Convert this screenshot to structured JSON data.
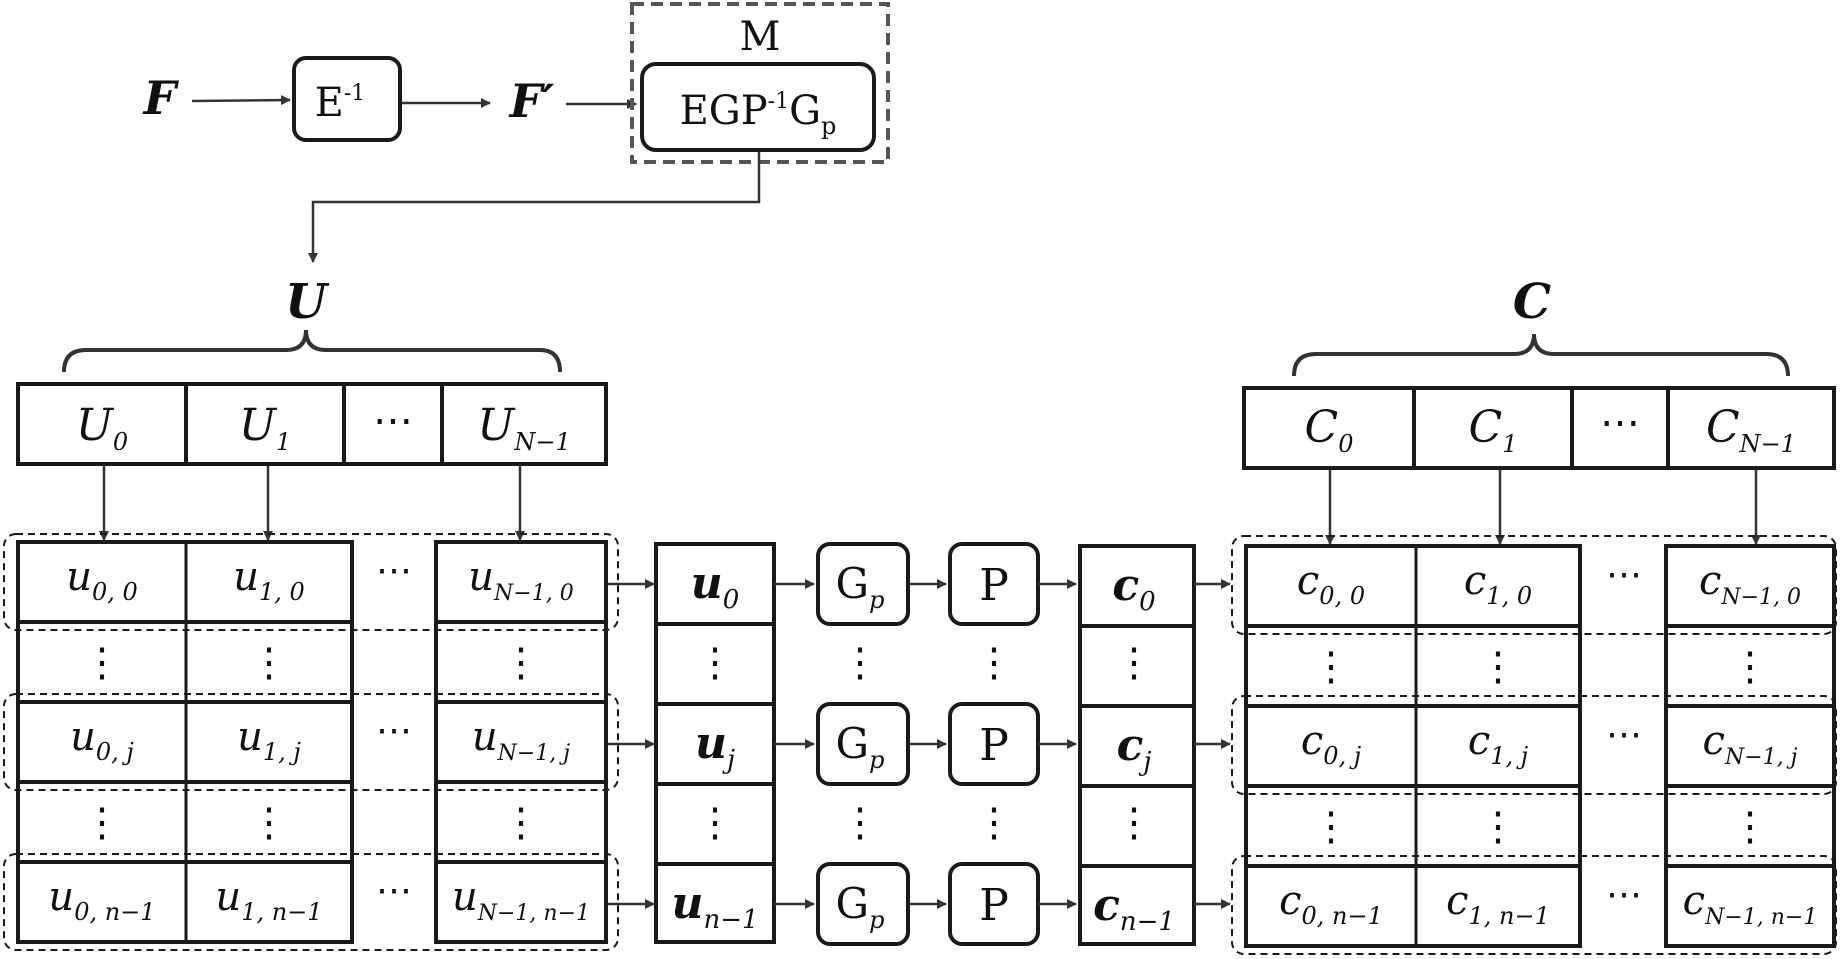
{
  "top": {
    "input": "F",
    "einv_box": "E",
    "einv_sup": "-1",
    "output": "F′",
    "m_label": "M",
    "egp_main": "EGP",
    "egp_sup": "-1",
    "egp_g": "G",
    "egp_sub": "p"
  },
  "U_label": "U",
  "C_label": "C",
  "U_blocks": [
    {
      "base": "U",
      "sub": "0"
    },
    {
      "base": "U",
      "sub": "1"
    },
    {
      "base": "⋯",
      "sub": ""
    },
    {
      "base": "U",
      "sub": "N−1"
    }
  ],
  "C_blocks": [
    {
      "base": "C",
      "sub": "0"
    },
    {
      "base": "C",
      "sub": "1"
    },
    {
      "base": "⋯",
      "sub": ""
    },
    {
      "base": "C",
      "sub": "N−1"
    }
  ],
  "u_rows": [
    [
      "u",
      "0, 0",
      "1,  0",
      "N−1, 0"
    ],
    [
      "u",
      "0, j",
      "1, j",
      "N−1, j"
    ],
    [
      "u",
      "0, n−1",
      "1, n−1",
      "N−1, n−1"
    ]
  ],
  "c_rows": [
    [
      "c",
      "0, 0",
      "1,  0",
      "N−1, 0"
    ],
    [
      "c",
      "0, j",
      "1, j",
      "N−1, j"
    ],
    [
      "c",
      "0, n−1",
      "1, n−1",
      "N−1, n−1"
    ]
  ],
  "u_vec": [
    {
      "base": "u",
      "sub": "0"
    },
    {
      "base": "u",
      "sub": "j"
    },
    {
      "base": "u",
      "sub": "n−1"
    }
  ],
  "c_vec": [
    {
      "base": "c",
      "sub": "0"
    },
    {
      "base": "c",
      "sub": "j"
    },
    {
      "base": "c",
      "sub": "n−1"
    }
  ],
  "gp_main": "G",
  "gp_sub": "p",
  "p_label": "P",
  "hdots": "⋯",
  "vdots": "⋮"
}
